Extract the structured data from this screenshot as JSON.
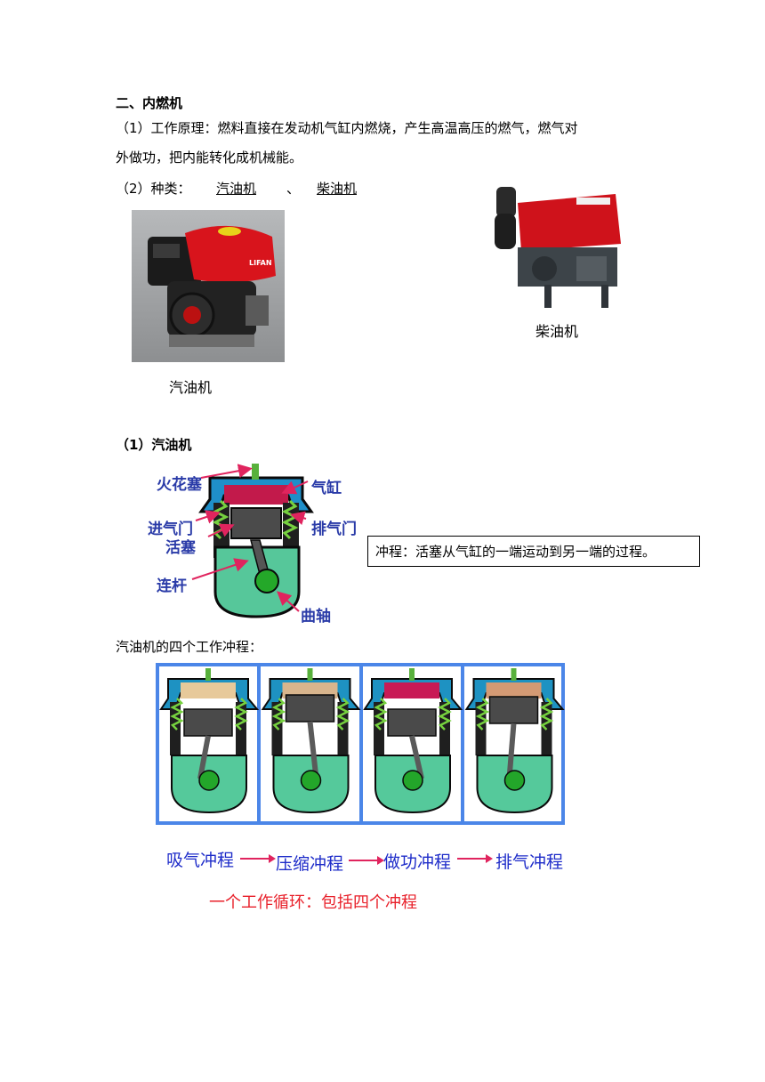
{
  "section": {
    "heading": "二、内燃机",
    "principle_line1": "（1）工作原理：燃料直接在发动机气缸内燃烧，产生高温高压的燃气，燃气对",
    "principle_line2": "外做功，把内能转化成机械能。",
    "types_label": "（2）种类：",
    "type1": "汽油机",
    "separator": "、",
    "type2": "柴油机"
  },
  "photos": {
    "gasoline_caption": "汽油机",
    "diesel_caption": "柴油机",
    "gasoline_brand": "LIFAN"
  },
  "gasoline_engine": {
    "heading": "（1）汽油机",
    "labels": {
      "spark_plug": "火花塞",
      "cylinder": "气缸",
      "intake_valve": "进气门",
      "exhaust_valve": "排气门",
      "piston": "活塞",
      "connecting_rod": "连杆",
      "crankshaft": "曲轴"
    },
    "stroke_definition": "冲程：活塞从气缸的一端运动到另一端的过程。"
  },
  "four_strokes": {
    "heading": "汽油机的四个工作冲程：",
    "steps": [
      "吸气冲程",
      "压缩冲程",
      "做功冲程",
      "排气冲程"
    ],
    "cycle_note": "一个工作循环：包括四个冲程"
  }
}
